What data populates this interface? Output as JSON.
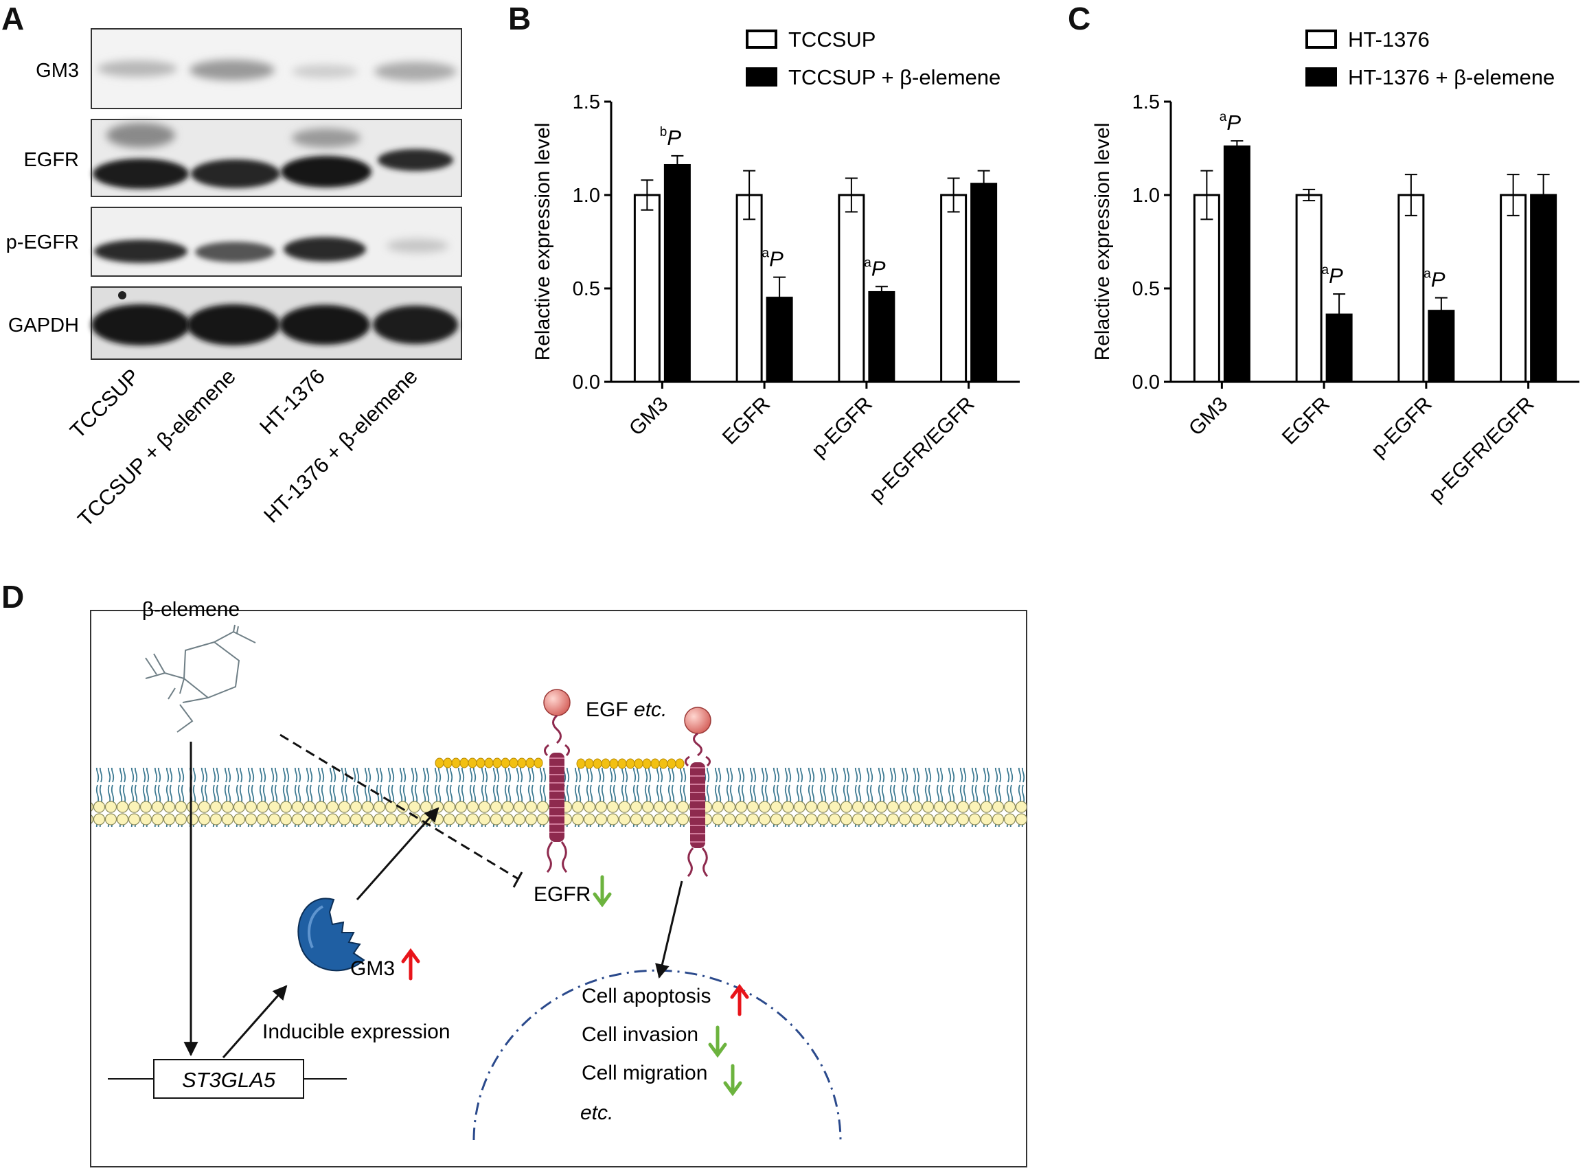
{
  "panels": {
    "a": "A",
    "b": "B",
    "c": "C",
    "d": "D"
  },
  "western_blot": {
    "rows": [
      "GM3",
      "EGFR",
      "p-EGFR",
      "GAPDH"
    ],
    "lanes": [
      "TCCSUP",
      "TCCSUP + β-elemene",
      "HT-1376",
      "HT-1376 + β-elemene"
    ]
  },
  "chart_data": [
    {
      "type": "bar",
      "panel": "B",
      "categories": [
        "GM3",
        "EGFR",
        "p-EGFR",
        "p-EGFR/EGFR"
      ],
      "series": [
        {
          "name": "TCCSUP",
          "values": [
            1.0,
            1.0,
            1.0,
            1.0
          ],
          "errors": [
            0.08,
            0.13,
            0.09,
            0.09
          ],
          "color": "#ffffff"
        },
        {
          "name": "TCCSUP + β-elemene",
          "values": [
            1.16,
            0.45,
            0.48,
            1.06
          ],
          "errors": [
            0.05,
            0.11,
            0.03,
            0.07
          ],
          "color": "#000000"
        }
      ],
      "significance": [
        {
          "category": "GM3",
          "sup": "b",
          "mark": "P"
        },
        {
          "category": "EGFR",
          "sup": "a",
          "mark": "P"
        },
        {
          "category": "p-EGFR",
          "sup": "a",
          "mark": "P"
        }
      ],
      "ylabel": "Relactive expression level",
      "ylim": [
        0,
        1.5
      ],
      "yticks": [
        "0.0",
        "0.5",
        "1.0",
        "1.5"
      ]
    },
    {
      "type": "bar",
      "panel": "C",
      "categories": [
        "GM3",
        "EGFR",
        "p-EGFR",
        "p-EGFR/EGFR"
      ],
      "series": [
        {
          "name": "HT-1376",
          "values": [
            1.0,
            1.0,
            1.0,
            1.0
          ],
          "errors": [
            0.13,
            0.03,
            0.11,
            0.11
          ],
          "color": "#ffffff"
        },
        {
          "name": "HT-1376 + β-elemene",
          "values": [
            1.26,
            0.36,
            0.38,
            1.0
          ],
          "errors": [
            0.03,
            0.11,
            0.07,
            0.11
          ],
          "color": "#000000"
        }
      ],
      "significance": [
        {
          "category": "GM3",
          "sup": "a",
          "mark": "P"
        },
        {
          "category": "EGFR",
          "sup": "a",
          "mark": "P"
        },
        {
          "category": "p-EGFR",
          "sup": "a",
          "mark": "P"
        }
      ],
      "ylabel": "Relactive expression level",
      "ylim": [
        0,
        1.5
      ],
      "yticks": [
        "0.0",
        "0.5",
        "1.0",
        "1.5"
      ]
    }
  ],
  "diagram": {
    "drug": "β-elemene",
    "ligand": "EGF",
    "ligand_suffix": "etc.",
    "receptor": "EGFR",
    "ganglioside": "GM3",
    "gene": "ST3GLA5",
    "induction": "Inducible expression",
    "outcomes": [
      "Cell apoptosis",
      "Cell invasion",
      "Cell migration"
    ],
    "outcomes_tail": "etc.",
    "colors": {
      "up": "#e8141a",
      "down": "#6cb33e",
      "membrane": "#fbf3b8",
      "tail": "#3d7a92",
      "receptor": "#8e2a4e",
      "gm3": "#f2c012",
      "enzyme": "#1f5fa3",
      "nucleus": "#2b4a8c"
    }
  }
}
